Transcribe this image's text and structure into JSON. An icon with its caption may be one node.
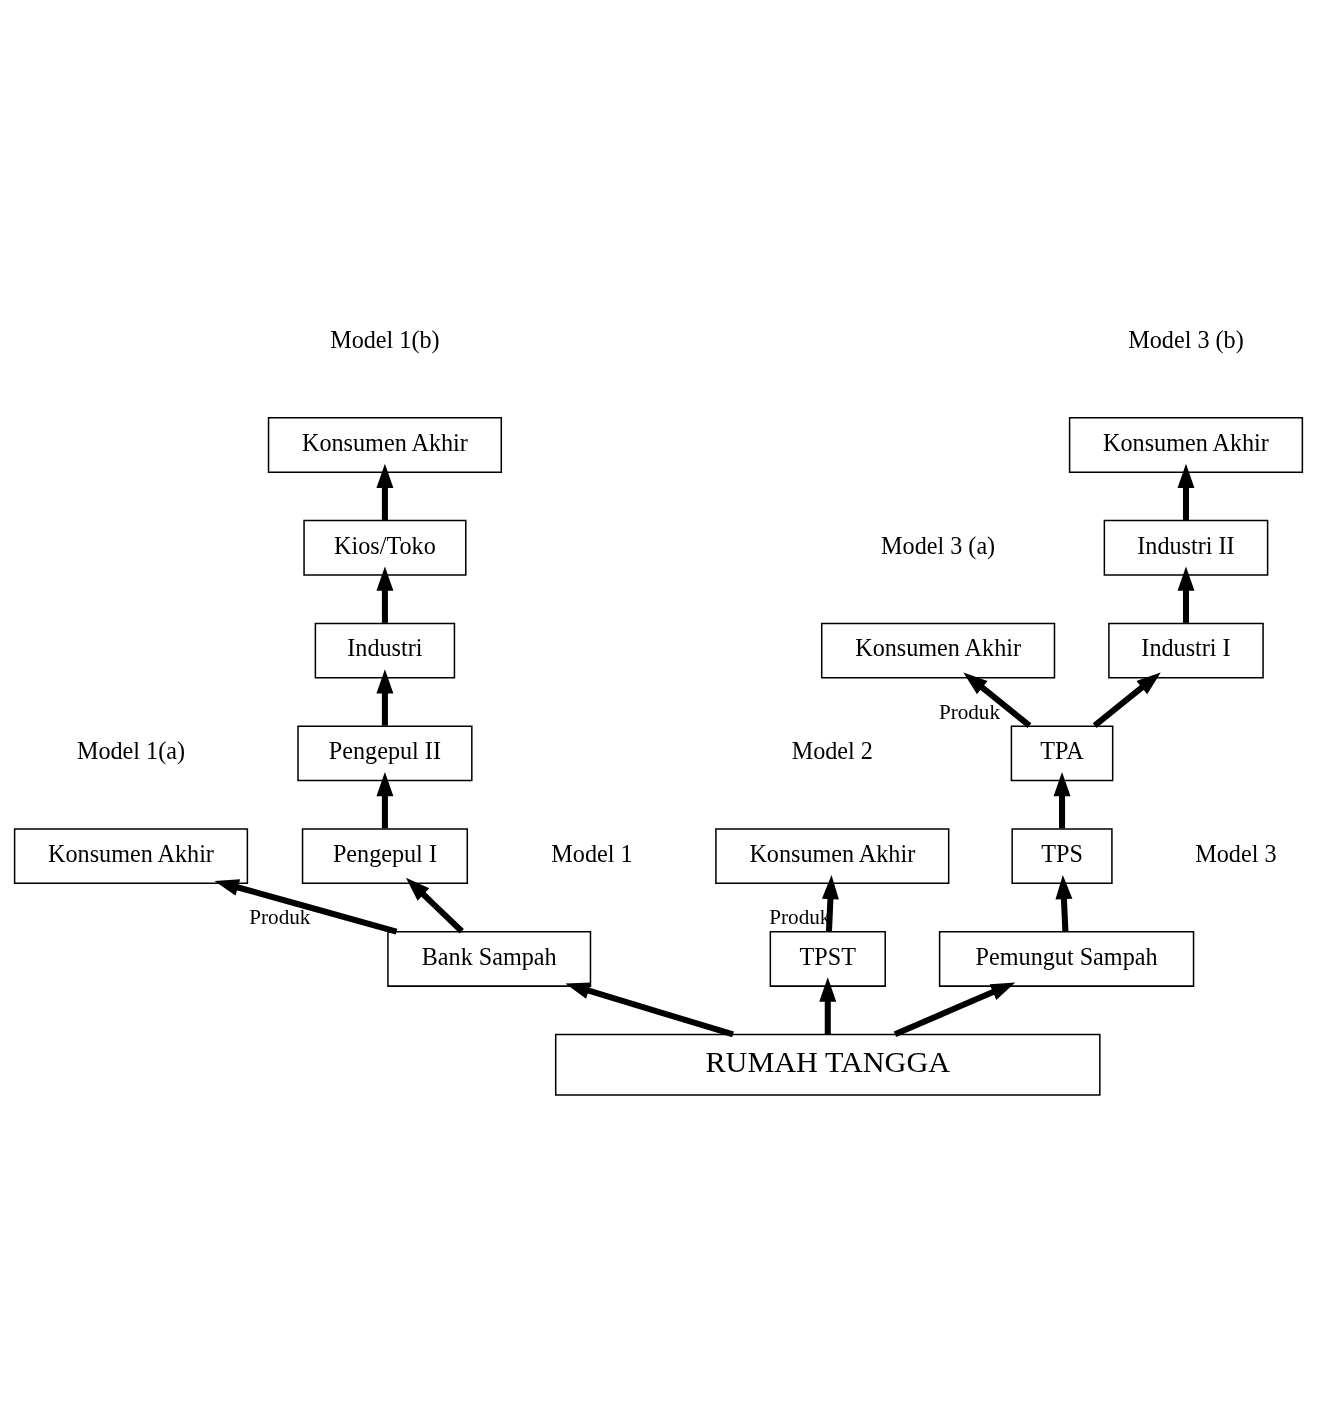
{
  "diagram": {
    "nodes": [
      {
        "text": [
          "RUMAH TANGGA"
        ]
      },
      {
        "text": [
          "Bank Sampah"
        ]
      },
      {
        "text": [
          "TPST"
        ]
      },
      {
        "text": [
          "Pemungut Sampah"
        ]
      },
      {
        "text": [
          "Konsumen Akhir"
        ]
      },
      {
        "text": [
          "Pengepul I"
        ]
      },
      {
        "text": [
          "Pengepul II"
        ]
      },
      {
        "text": [
          "Industri"
        ]
      },
      {
        "text": [
          "Kios/Toko"
        ]
      },
      {
        "text": [
          "Konsumen Akhir"
        ]
      },
      {
        "text": [
          "Konsumen Akhir"
        ]
      },
      {
        "text": [
          "TPS"
        ]
      },
      {
        "text": [
          "TPA"
        ]
      },
      {
        "text": [
          "Konsumen Akhir"
        ]
      },
      {
        "text": [
          "Industri I"
        ]
      },
      {
        "text": [
          "Industri II"
        ]
      },
      {
        "text": [
          "Konsumen Akhir"
        ]
      }
    ],
    "edges": [
      {
        "from": 0,
        "to": 1,
        "arrow": "to"
      },
      {
        "from": 0,
        "to": 2,
        "arrow": "to"
      },
      {
        "from": 0,
        "to": 3,
        "arrow": "to"
      },
      {
        "from": 1,
        "to": 4,
        "arrow": "to",
        "label": "Produk"
      },
      {
        "from": 1,
        "to": 5,
        "arrow": "to"
      },
      {
        "from": 5,
        "to": 6,
        "arrow": "to"
      },
      {
        "from": 6,
        "to": 7,
        "arrow": "to"
      },
      {
        "from": 7,
        "to": 8,
        "arrow": "to"
      },
      {
        "from": 8,
        "to": 9,
        "arrow": "to"
      },
      {
        "from": 2,
        "to": 10,
        "arrow": "to",
        "label": "Produk"
      },
      {
        "from": 3,
        "to": 11,
        "arrow": "to"
      },
      {
        "from": 11,
        "to": 12,
        "arrow": "to"
      },
      {
        "from": 12,
        "to": 13,
        "arrow": "to",
        "label": "Produk"
      },
      {
        "from": 12,
        "to": 14,
        "arrow": "to"
      },
      {
        "from": 14,
        "to": 15,
        "arrow": "to"
      },
      {
        "from": 15,
        "to": 16,
        "arrow": "to"
      }
    ],
    "labels": [
      "Model 3 (b)",
      "Model 1(b)",
      "Model 3 (a)",
      "Model 1(a)",
      "Model 2",
      "Model 3",
      "Model 1"
    ]
  }
}
